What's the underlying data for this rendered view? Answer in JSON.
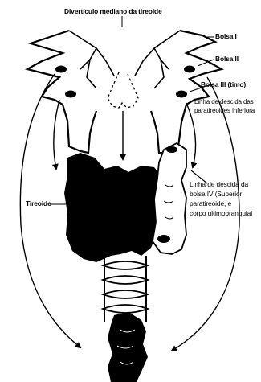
{
  "labels": {
    "top": "Divertículo mediano da tireoide",
    "pouch1": "Bolsa I",
    "pouch2": "Bolsa II",
    "pouch3": "Bolsa III (timo)",
    "descent_inferior_1": "Linha de descida das",
    "descent_inferior_2": "paratireoides inferiora",
    "thyroid": "Tireoide",
    "descent_iv_1": "Linha de descida da",
    "descent_iv_2": "bolsa IV (Superior",
    "descent_iv_3": "paratireóide, e",
    "descent_iv_4": "corpo ultimobranquial"
  },
  "colors": {
    "ink": "#000000",
    "paper": "#ffffff"
  }
}
